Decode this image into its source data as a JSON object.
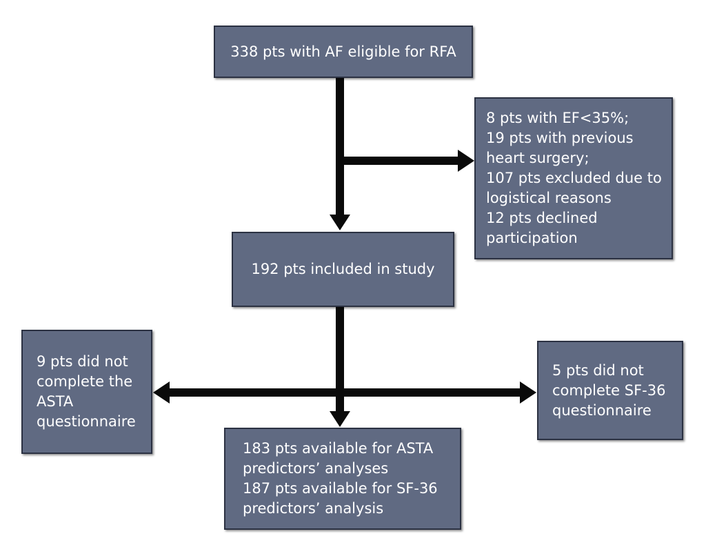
{
  "flow": {
    "eligible": {
      "lines": [
        "338 pts with AF eligible for RFA"
      ]
    },
    "excluded": {
      "lines": [
        "8 pts with EF<35%;",
        "19 pts with previous",
        "heart surgery;",
        "107 pts excluded due to",
        "logistical reasons",
        "12 pts declined",
        "participation"
      ]
    },
    "included": {
      "lines": [
        "192 pts included in study"
      ]
    },
    "asta_incomplete": {
      "lines": [
        "9 pts did not",
        "complete the",
        "ASTA",
        "questionnaire"
      ]
    },
    "sf36_incomplete": {
      "lines": [
        "5 pts did not",
        "complete SF-36",
        "questionnaire"
      ]
    },
    "available": {
      "lines": [
        "183 pts available for ASTA",
        "predictors’ analyses",
        "187 pts available for SF-36",
        "predictors’ analysis"
      ]
    }
  },
  "colors": {
    "box_fill": "#606a82",
    "box_border": "#2b3142",
    "arrow": "#0a0a0a",
    "text": "#ffffff"
  }
}
